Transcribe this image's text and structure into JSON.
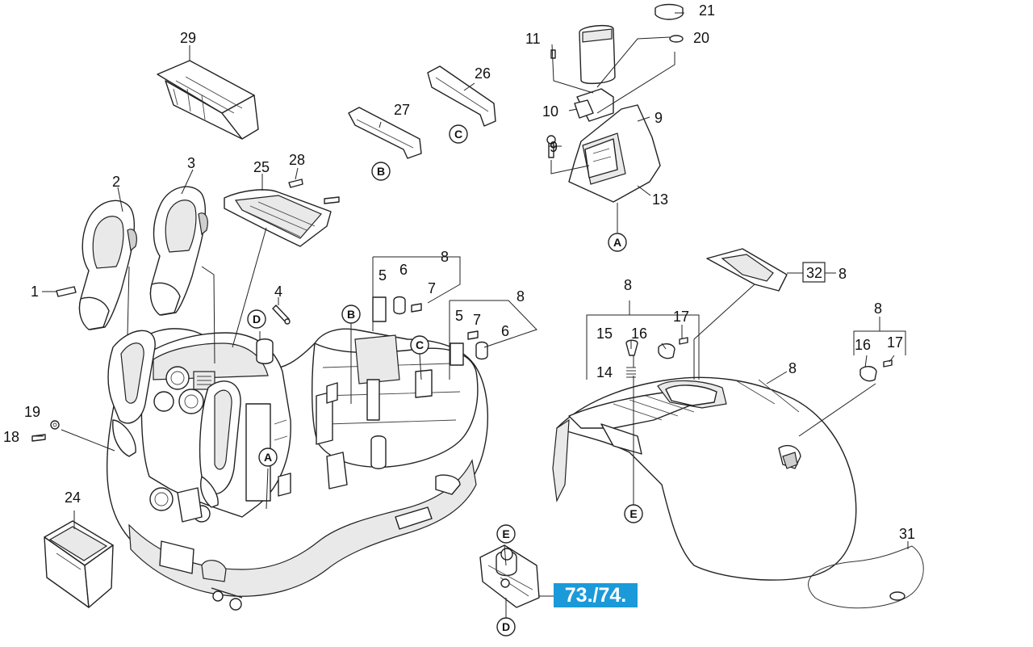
{
  "callouts": {
    "c1": "1",
    "c2": "2",
    "c3": "3",
    "c4": "4",
    "c5a": "5",
    "c5b": "5",
    "c6a": "6",
    "c6b": "6",
    "c7a": "7",
    "c7b": "7",
    "c8a": "8",
    "c8b": "8",
    "c8c": "8",
    "c8d": "8",
    "c8e": "8",
    "c8f": "8",
    "c9a": "9",
    "c9b": "9",
    "c10": "10",
    "c11": "11",
    "c13": "13",
    "c14": "14",
    "c15": "15",
    "c16a": "16",
    "c16b": "16",
    "c17a": "17",
    "c17b": "17",
    "c18": "18",
    "c19": "19",
    "c20": "20",
    "c21": "21",
    "c24": "24",
    "c25": "25",
    "c26": "26",
    "c27": "27",
    "c28": "28",
    "c29": "29",
    "c31": "31",
    "c32": "32"
  },
  "connectors": {
    "A1": "A",
    "A2": "A",
    "B1": "B",
    "B2": "B",
    "C1": "C",
    "C2": "C",
    "D1": "D",
    "D2": "D",
    "E1": "E",
    "E2": "E"
  },
  "reference": {
    "label": "73./74.",
    "color": "#1a9ad9"
  }
}
